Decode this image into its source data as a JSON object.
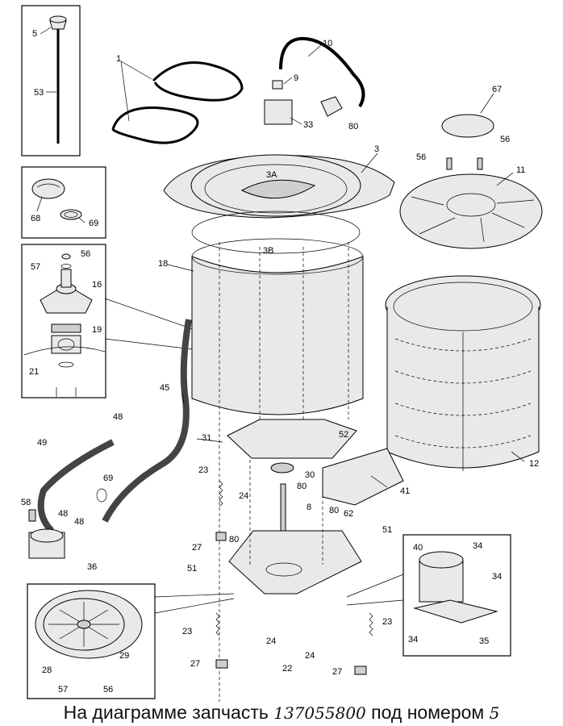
{
  "labels": {
    "l1": "1",
    "l3": "3",
    "l3a": "3A",
    "l3b": "3B",
    "l5": "5",
    "l8": "8",
    "l9": "9",
    "l10": "10",
    "l11": "11",
    "l12": "12",
    "l16": "16",
    "l18": "18",
    "l19": "19",
    "l21": "21",
    "l22": "22",
    "l23a": "23",
    "l23b": "23",
    "l23c": "23",
    "l24a": "24",
    "l24b": "24",
    "l24c": "24",
    "l27a": "27",
    "l27b": "27",
    "l27c": "27",
    "l28": "28",
    "l29": "29",
    "l30": "30",
    "l31": "31",
    "l33": "33",
    "l34a": "34",
    "l34b": "34",
    "l34c": "34",
    "l35": "35",
    "l36": "36",
    "l40": "40",
    "l41": "41",
    "l45": "45",
    "l48a": "48",
    "l48b": "48",
    "l48c": "48",
    "l49": "49",
    "l51a": "51",
    "l51b": "51",
    "l52": "52",
    "l53": "53",
    "l56a": "56",
    "l56b": "56",
    "l56c": "56",
    "l56d": "56",
    "l57a": "57",
    "l57b": "57",
    "l58": "58",
    "l62": "62",
    "l67": "67",
    "l68": "68",
    "l69a": "69",
    "l69b": "69",
    "l80a": "80",
    "l80b": "80",
    "l80c": "80",
    "l80d": "80"
  },
  "caption": {
    "prefix": "На диаграмме запчасть ",
    "part_number": "137055800",
    "middle": " под номером ",
    "item": "5"
  }
}
